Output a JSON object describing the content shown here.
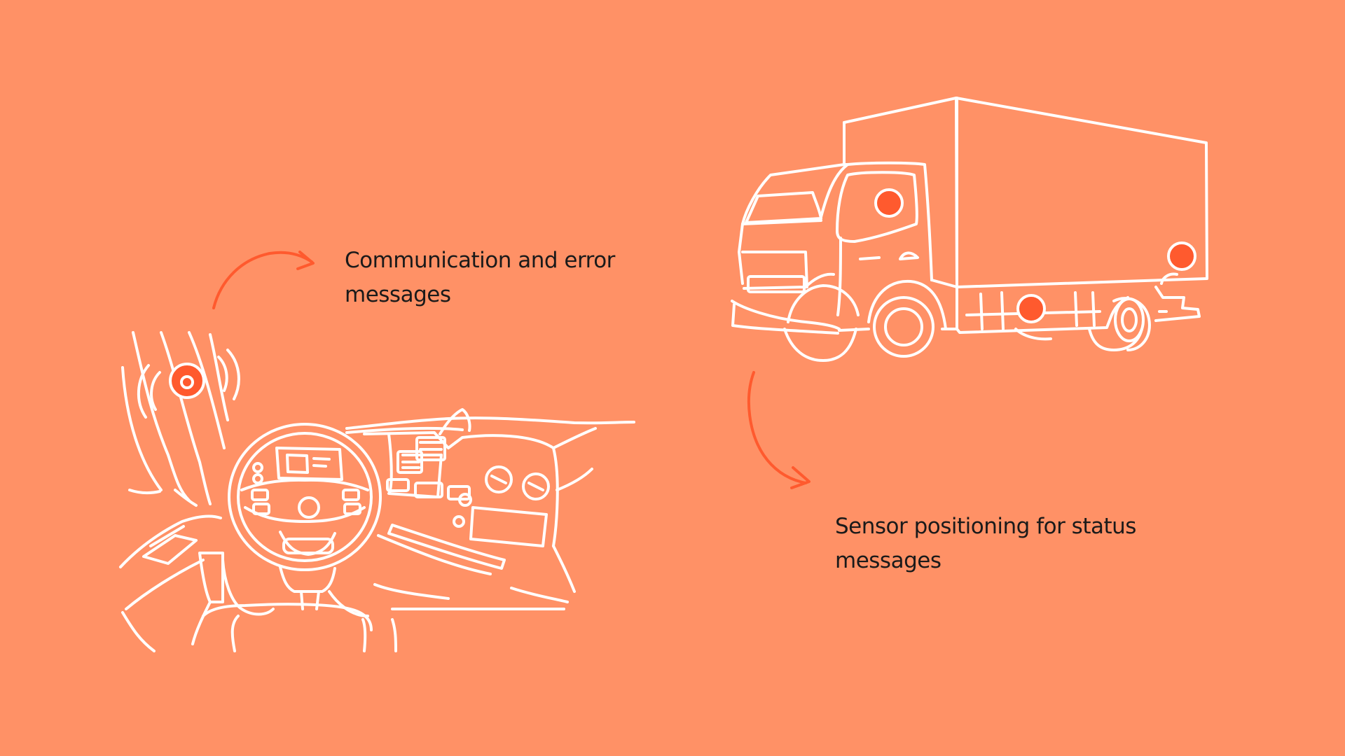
{
  "colors": {
    "background": "#FF9166",
    "line_art": "#FFFFFF",
    "accent": "#FF5A2E",
    "text": "#1A1A1A"
  },
  "annotations": {
    "cab": "Communication and error messages",
    "truck": "Sensor positioning for status messages"
  },
  "icons": [
    "truck-cab-interior-illustration",
    "truck-illustration",
    "sensor-dot-icon",
    "curved-arrow-icon"
  ]
}
